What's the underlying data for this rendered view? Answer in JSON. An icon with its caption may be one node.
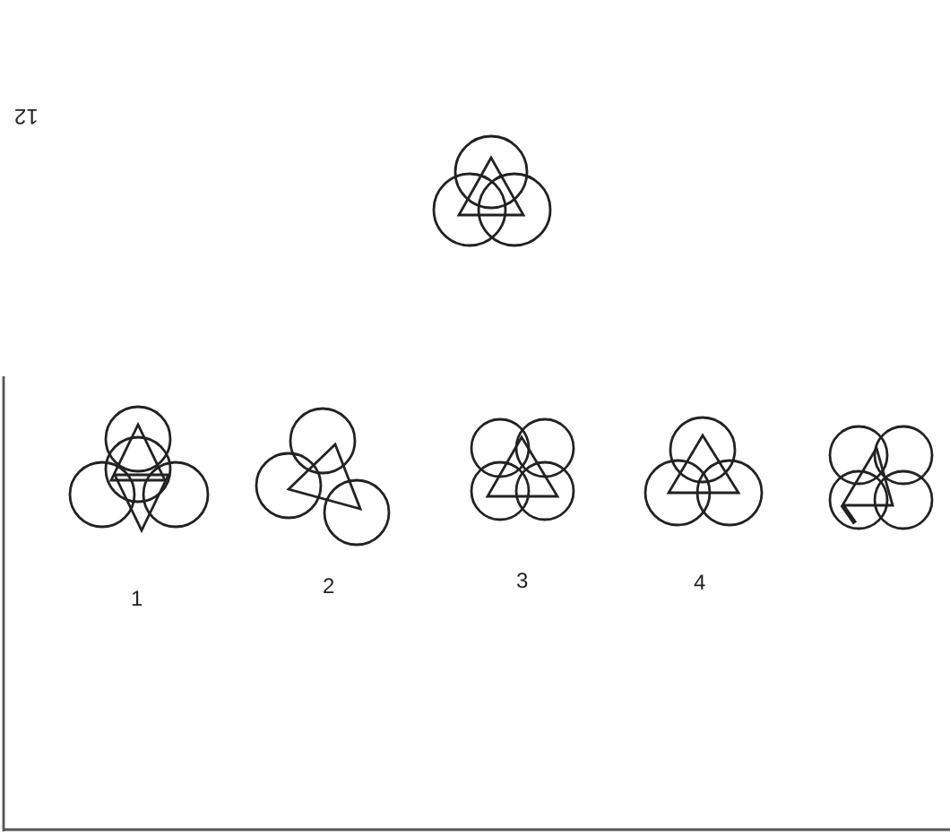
{
  "diagram": {
    "labels": [
      "12",
      "1",
      "2",
      "3",
      "4"
    ]
  }
}
